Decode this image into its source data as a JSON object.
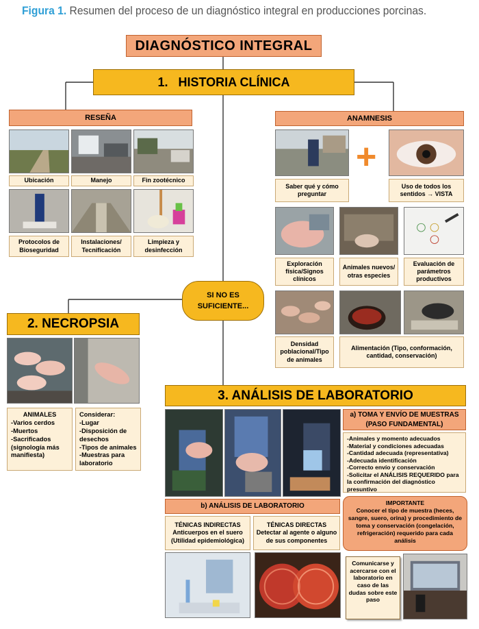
{
  "caption": {
    "figure_number": "Figura 1.",
    "text": "Resumen del proceso de un diagnóstico integral en producciones porcinas."
  },
  "title": "DIAGNÓSTICO INTEGRAL",
  "historia": {
    "heading": "1.   HISTORIA CLÍNICA",
    "resena": {
      "heading": "RESEÑA",
      "items": [
        "Ubicación",
        "Manejo",
        "Fin zootécnico",
        "Protocolos de Bioseguridad",
        "Instalaciones/ Tecnificación",
        "Limpieza y desinfección"
      ]
    },
    "anamnesis": {
      "heading": "ANAMNESIS",
      "items": [
        "Saber qué y cómo preguntar",
        "Uso de todos los sentidos → VISTA",
        "Exploración física/Signos clínicos",
        "Animales nuevos/ otras especies",
        "Evaluación de parámetros productivos",
        "Densidad poblacional/Tipo de animales",
        "Alimentación (Tipo, conformación, cantidad, conservación)"
      ]
    }
  },
  "si_no_es": "SI NO ES SUFICIENTE...",
  "necropsia": {
    "heading": "2. NECROPSIA",
    "animales": [
      "ANIMALES",
      "-Varios cerdos",
      "-Muertos",
      "-Sacrificados (signología más manifiesta)"
    ],
    "considerar": [
      "Considerar:",
      "-Lugar",
      "-Disposición de desechos",
      "-Tipos de animales",
      "-Muestras para laboratorio"
    ]
  },
  "laboratorio": {
    "heading": "3. ANÁLISIS DE LABORATORIO",
    "toma_heading": "a) TOMA Y ENVÍO DE MUESTRAS (PASO FUNDAMENTAL)",
    "toma_items": [
      "-Animales y momento adecuados",
      "-Material y condiciones adecuadas",
      "-Cantidad adecuada (representativa)",
      "-Adecuada identificación",
      "-Correcto envío y conservación",
      "-Solicitar el ANÁLISIS REQUERIDO para la confirmación del diagnóstico presuntivo"
    ],
    "analisis_heading": "b) ANÁLISIS DE LABORATORIO",
    "indirectas": [
      "TÉNICAS INDIRECTAS",
      "Anticuerpos en el suero (Utilidad epidemiológica)"
    ],
    "directas": [
      "TÉNICAS DIRECTAS",
      "Detectar al agente o alguno de sus componentes"
    ],
    "importante": [
      "IMPORTANTE",
      "Conocer el tipo de muestra (heces, sangre, suero, orina) y procedimiento de toma y conservación (congelación, refrigeración) requerido para cada análisis"
    ],
    "comunicarse": "Comunicarse y acercarse con el laboratorio en caso de las dudas sobre este paso"
  },
  "colors": {
    "orange": "#f3a67a",
    "yellow": "#f6b81f",
    "cream": "#fdf0d8",
    "plus": "#f08a2c",
    "caption_blue": "#2f9fd6"
  }
}
